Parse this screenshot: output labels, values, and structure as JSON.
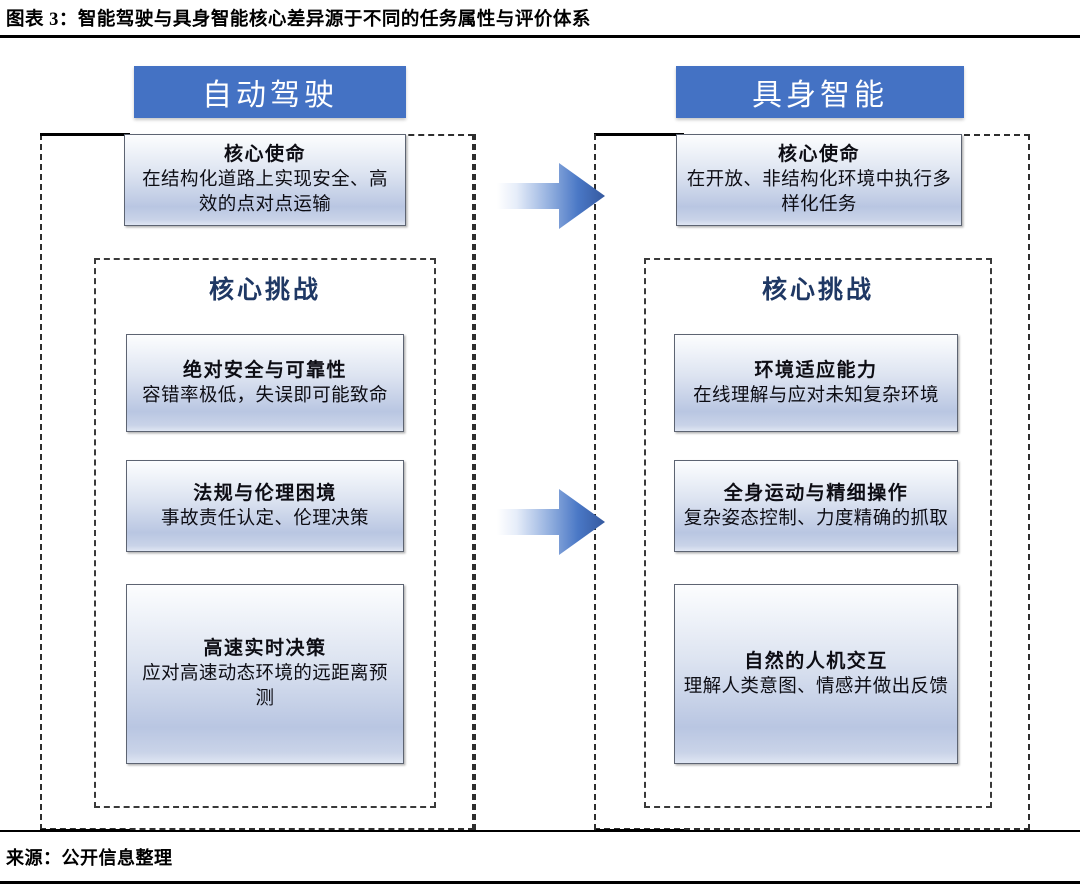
{
  "header": {
    "title": "图表 3：智能驾驶与具身智能核心差异源于不同的任务属性与评价体系"
  },
  "footer": {
    "source": "来源：公开信息整理"
  },
  "columns": [
    {
      "id": "autonomous-driving",
      "header_label": "自动驾驶",
      "mission": {
        "title": "核心使命",
        "body": "在结构化道路上实现安全、高效的点对点运输"
      },
      "challenges_heading": "核心挑战",
      "challenges": [
        {
          "title": "绝对安全与可靠性",
          "body": "容错率极低，失误即可能致命"
        },
        {
          "title": "法规与伦理困境",
          "body": "事故责任认定、伦理决策"
        },
        {
          "title": "高速实时决策",
          "body": "应对高速动态环境的远距离预测"
        }
      ]
    },
    {
      "id": "embodied-intelligence",
      "header_label": "具身智能",
      "mission": {
        "title": "核心使命",
        "body": "在开放、非结构化环境中执行多样化任务"
      },
      "challenges_heading": "核心挑战",
      "challenges": [
        {
          "title": "环境适应能力",
          "body": "在线理解与应对未知复杂环境"
        },
        {
          "title": "全身运动与精细操作",
          "body": "复杂姿态控制、力度精确的抓取"
        },
        {
          "title": "自然的人机交互",
          "body": "理解人类意图、情感并做出反馈"
        }
      ]
    }
  ],
  "connectors": [
    {
      "name": "arrow-top",
      "direction": "right"
    },
    {
      "name": "arrow-bottom",
      "direction": "right"
    }
  ],
  "colors": {
    "header_blue": "#4472C4",
    "heading_navy": "#1F3864",
    "card_border": "#5D6472",
    "arrow_dark": "#3A6BBF",
    "arrow_light": "#EEF3FB",
    "frame_dash": "#2E2E2E",
    "text_black": "#0D0D14"
  }
}
